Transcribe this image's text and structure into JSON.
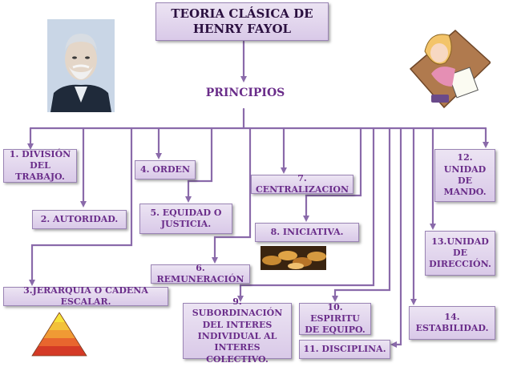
{
  "title": "TEORIA CLÁSICA DE HENRY FAYOL",
  "subtitle": "PRINCIPIOS",
  "principles": {
    "p1": "1. DIVISIÓN DEL TRABAJO.",
    "p2": "2. AUTORIDAD.",
    "p3": "3.JERARQUIA O CADENA ESCALAR.",
    "p4": "4. ORDEN",
    "p5": "5. EQUIDAD O JUSTICIA.",
    "p6": "6. REMUNERACIÓN",
    "p7": "7. CENTRALIZACION",
    "p8": "8.  INICIATIVA.",
    "p9": "9. SUBORDINACIÓN DEL INTERES INDIVIDUAL AL INTERES COLECTIVO.",
    "p10": "10. ESPIRITU DE EQUIPO.",
    "p11": "11. DISCIPLINA.",
    "p12": "12. UNIDAD DE MANDO.",
    "p13": "13.UNIDAD DE DIRECCIÓN.",
    "p14": "14. ESTABILIDAD."
  },
  "images": {
    "portrait": "henry-fayol-portrait",
    "cartoon": "boss-desk-cartoon",
    "coins": "coins-photo",
    "pyramid": "hierarchy-pyramid"
  },
  "colors": {
    "box_fill": "#ddd0ea",
    "box_border": "#9a84b4",
    "text_purple": "#6a2d8a",
    "connector": "#8a6aaa"
  }
}
